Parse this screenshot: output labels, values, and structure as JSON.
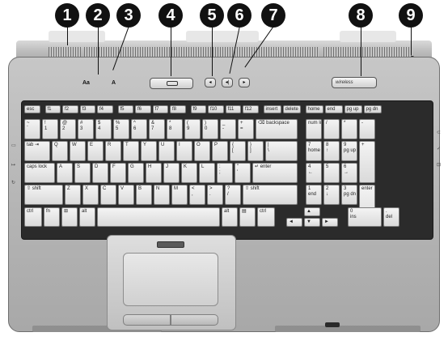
{
  "callouts": [
    {
      "number": "1"
    },
    {
      "number": "2"
    },
    {
      "number": "3"
    },
    {
      "number": "4"
    },
    {
      "number": "5"
    },
    {
      "number": "6"
    },
    {
      "number": "7"
    },
    {
      "number": "8"
    },
    {
      "number": "9"
    }
  ],
  "buttons": {
    "wireless_label": "wireless",
    "led_a": "Aa",
    "led_b": "A",
    "mute_glyph": "◂",
    "vol_down_glyph": "◂|",
    "vol_up_glyph": "▸"
  },
  "keys": {
    "fn_row": [
      "esc",
      "f1",
      "f2",
      "f3",
      "f4",
      "f5",
      "f6",
      "f7",
      "f8",
      "f9",
      "f10",
      "f11",
      "f12",
      "insert",
      "delete",
      "home",
      "end",
      "pg up",
      "pg dn"
    ],
    "num_row": [
      "~\n`",
      "!\n1",
      "@\n2",
      "#\n3",
      "$\n4",
      "%\n5",
      "^\n6",
      "&\n7",
      "*\n8",
      "(\n9",
      ")\n0",
      "_\n-",
      "+\n=",
      "⌫ backspace",
      "num lock",
      "/",
      "*",
      "-"
    ],
    "q_row": [
      "tab ⇥",
      "Q",
      "W",
      "E",
      "R",
      "T",
      "Y",
      "U",
      "I",
      "O",
      "P",
      "{\n[",
      "}\n]",
      "|\n\\",
      "7\nhome",
      "8\n↑",
      "9\npg up",
      "+"
    ],
    "a_row": [
      "caps lock",
      "A",
      "S",
      "D",
      "F",
      "G",
      "H",
      "J",
      "K",
      "L",
      ":\n;",
      "\"\n'",
      "↵ enter",
      "4\n←",
      "5",
      "6\n→"
    ],
    "z_row": [
      "⇧ shift",
      "Z",
      "X",
      "C",
      "V",
      "B",
      "N",
      "M",
      "<\n,",
      ">\n.",
      "?\n/",
      "⇧ shift",
      "1\nend",
      "2\n↓",
      "3\npg dn",
      "enter"
    ],
    "bottom_row": [
      "ctrl",
      "fn",
      "⊞",
      "alt",
      "alt",
      "▤",
      "ctrl",
      "▲",
      "◄",
      "▼",
      "►",
      "0\nins",
      ".\ndel"
    ]
  }
}
